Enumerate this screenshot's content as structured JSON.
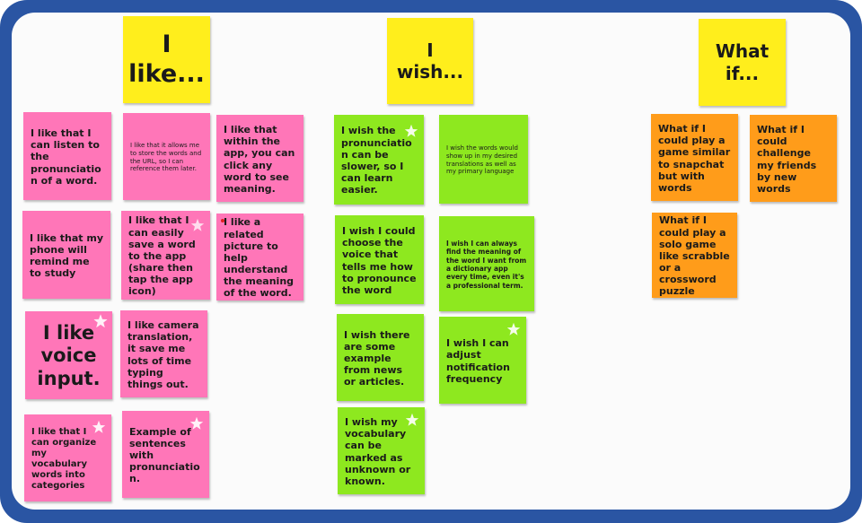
{
  "headers": {
    "like": "I like...",
    "wish": "I wish...",
    "whatif": "What if..."
  },
  "like_notes": [
    "I like that I can listen to the pronunciation of a word.",
    "I like that it allows me to store the words and the URL, so I can reference them later.",
    "I like that within the app, you can click any word to see meaning.",
    "I like that my phone will remind me to study",
    "I like that I can easily save a word to the app (share then tap the app icon)",
    "I like a related picture to help understand the meaning of the word.",
    "I like voice input.",
    "I like camera translation, it save me lots of time typing things out.",
    "I like that I can organize my vocabulary words into categories",
    "Example of sentences with pronunciation."
  ],
  "wish_notes": [
    "I wish the pronunciation can be slower, so I can learn easier.",
    "I wish the words would show up in my desired translations as well as my primary language",
    "I wish I could choose the voice that tells me how to pronounce the word",
    "I wish I can always find the meaning of the word I want from a dictionary app every time, even it's a professional term.",
    "I wish there are some example from news or articles.",
    "I wish I can adjust notification frequency",
    "I wish my vocabulary can be marked as unknown or known."
  ],
  "whatif_notes": [
    "What if I could play a game similar to snapchat but with words",
    "What if I could challenge my friends by new words",
    "What if I could play a solo game like scrabble or a crossword puzzle"
  ],
  "colors": {
    "frame": "#2a55a3",
    "like": "#ff76b8",
    "wish": "#8ee81f",
    "whatif": "#ff9c1a",
    "header": "#ffee1c"
  },
  "icons": {
    "star": "star-sticker-icon"
  }
}
